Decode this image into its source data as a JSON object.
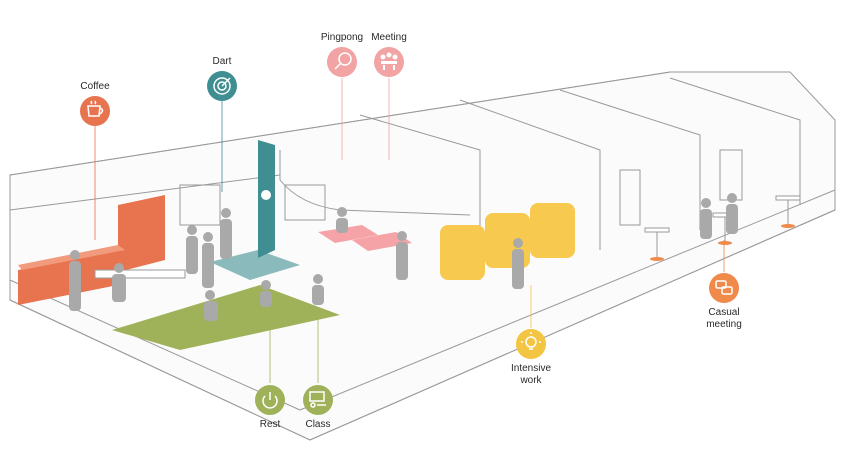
{
  "zones": {
    "coffee": {
      "label": "Coffee",
      "color": "#e8734f",
      "icon": "coffee-cup-icon"
    },
    "dart": {
      "label": "Dart",
      "color": "#3f8f92",
      "icon": "dartboard-icon"
    },
    "pingpong": {
      "label": "Pingpong",
      "color": "#f2a3a3",
      "icon": "ping-pong-paddle-icon"
    },
    "meeting": {
      "label": "Meeting",
      "color": "#f2a3a3",
      "icon": "people-meeting-icon"
    },
    "rest": {
      "label": "Rest",
      "color": "#9fb25a",
      "icon": "power-icon"
    },
    "class": {
      "label": "Class",
      "color": "#9fb25a",
      "icon": "classroom-icon"
    },
    "intensive": {
      "label": "Intensive work",
      "line1": "Intensive",
      "line2": "work",
      "color": "#f4c542",
      "icon": "lightbulb-icon"
    },
    "casual": {
      "label": "Casual meeting",
      "line1": "Casual",
      "line2": "meeting",
      "color": "#f08a4b",
      "icon": "chat-bubbles-icon"
    }
  },
  "colors": {
    "wall_line": "#9a9a9a",
    "orange_wall": "#e8734f",
    "teal_wall": "#3f8f92",
    "green_rug": "#9fb25a",
    "pink_table": "#f6a3a8",
    "yellow_booth": "#f7c94f",
    "person": "#a9a9a9"
  }
}
